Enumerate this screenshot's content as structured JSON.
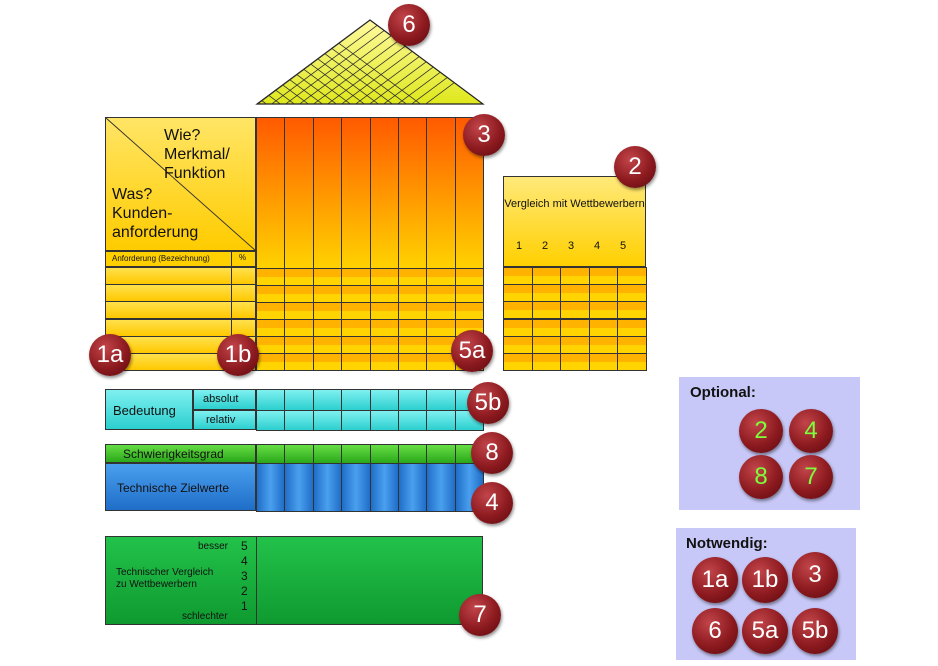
{
  "house": {
    "corner_label_how": "Wie?\nMerkmal/\nFunktion",
    "corner_label_what": "Was?\nKunden-\nanforderung",
    "requirement_header": "Anforderung (Bezeichnung)",
    "percent_header": "%"
  },
  "competitor_panel": {
    "title": "Vergleich mit Wettbewerbern",
    "scale": [
      "1",
      "2",
      "3",
      "4",
      "5"
    ]
  },
  "importance": {
    "label": "Bedeutung",
    "absolute": "absolut",
    "relative": "relativ"
  },
  "difficulty": {
    "label": "Schwierigkeitsgrad"
  },
  "target_values": {
    "label": "Technische Zielwerte"
  },
  "technical_comparison": {
    "label": "Technischer Vergleich\nzu Wettbewerbern",
    "better": "besser",
    "worse": "schlechter",
    "scale": [
      "5",
      "4",
      "3",
      "2",
      "1"
    ]
  },
  "badges": {
    "roof": "6",
    "correlation": "3",
    "competitor": "2",
    "requirements": "1a",
    "weights": "1b",
    "relationship": "5a",
    "importance": "5b",
    "difficulty": "8",
    "targets": "4",
    "technical_comparison": "7"
  },
  "legend_optional": {
    "title": "Optional:",
    "items": [
      "2",
      "4",
      "8",
      "7"
    ]
  },
  "legend_required": {
    "title": "Notwendig:",
    "items": [
      "1a",
      "1b",
      "3",
      "6",
      "5a",
      "5b"
    ]
  },
  "colors": {
    "requirement_fill": "#ffd000",
    "correlation_top": "#ff5a00",
    "correlation_bottom": "#ffd200",
    "importance_fill": "#40d8d8",
    "difficulty_fill": "#33bb22",
    "targets_fill": "#2a7fd8",
    "comparison_fill": "#11aa33",
    "roof_fill": "#eef03a",
    "legend_bg": "#c8c8f8"
  }
}
